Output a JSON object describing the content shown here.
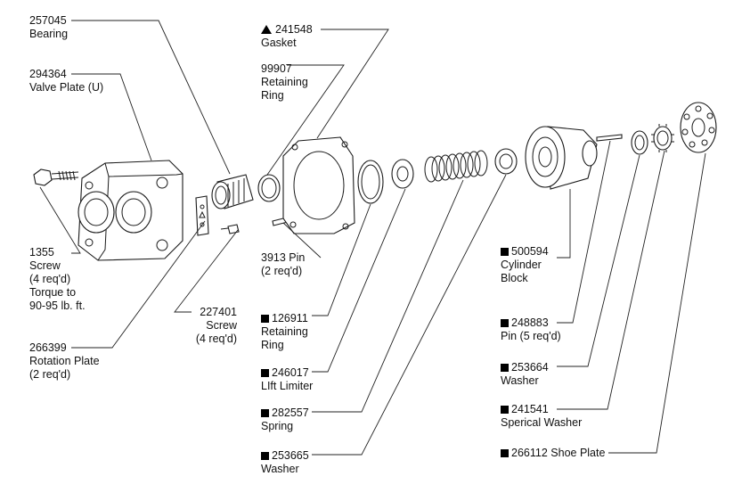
{
  "parts": {
    "bearing": {
      "number": "257045",
      "name": "Bearing"
    },
    "valve_plate": {
      "number": "294364",
      "name": "Valve Plate (U)"
    },
    "gasket": {
      "number": "241548",
      "name": "Gasket",
      "marker": "triangle"
    },
    "retaining_ring_99907": {
      "number": "99907",
      "name_line1": "Retaining",
      "name_line2": "Ring"
    },
    "screw_1355": {
      "number": "1355",
      "line2": "Screw",
      "line3": "(4 req'd)",
      "line4": "Torque to",
      "line5": "90-95 lb. ft."
    },
    "pin_3913": {
      "line1": "3913 Pin",
      "line2": "(2 req'd)"
    },
    "screw_227401": {
      "number": "227401",
      "line2": "Screw",
      "line3": "(4 req'd)"
    },
    "rotation_plate": {
      "number": "266399",
      "name": "Rotation Plate",
      "qty": "(2 req'd)"
    },
    "retaining_ring_126911": {
      "number": "126911",
      "name_line1": "Retaining",
      "name_line2": "Ring",
      "marker": "square"
    },
    "lift_limiter": {
      "number": "246017",
      "name": "LIft Limiter",
      "marker": "square"
    },
    "spring": {
      "number": "282557",
      "name": "Spring",
      "marker": "square"
    },
    "washer_253665": {
      "number": "253665",
      "name": "Washer",
      "marker": "square"
    },
    "cylinder_block": {
      "number": "500594",
      "name_line1": "Cylinder",
      "name_line2": "Block",
      "marker": "square"
    },
    "pin_248883": {
      "number": "248883",
      "name": "Pin (5 req'd)",
      "marker": "square"
    },
    "washer_253664": {
      "number": "253664",
      "name": "Washer",
      "marker": "square"
    },
    "spherical_washer": {
      "number": "241541",
      "name": "Sperical Washer",
      "marker": "square"
    },
    "shoe_plate": {
      "number": "266112",
      "name": "Shoe Plate",
      "marker": "square"
    }
  },
  "colors": {
    "line": "#222222",
    "text": "#111111",
    "marker": "#000000",
    "background": "#ffffff"
  }
}
